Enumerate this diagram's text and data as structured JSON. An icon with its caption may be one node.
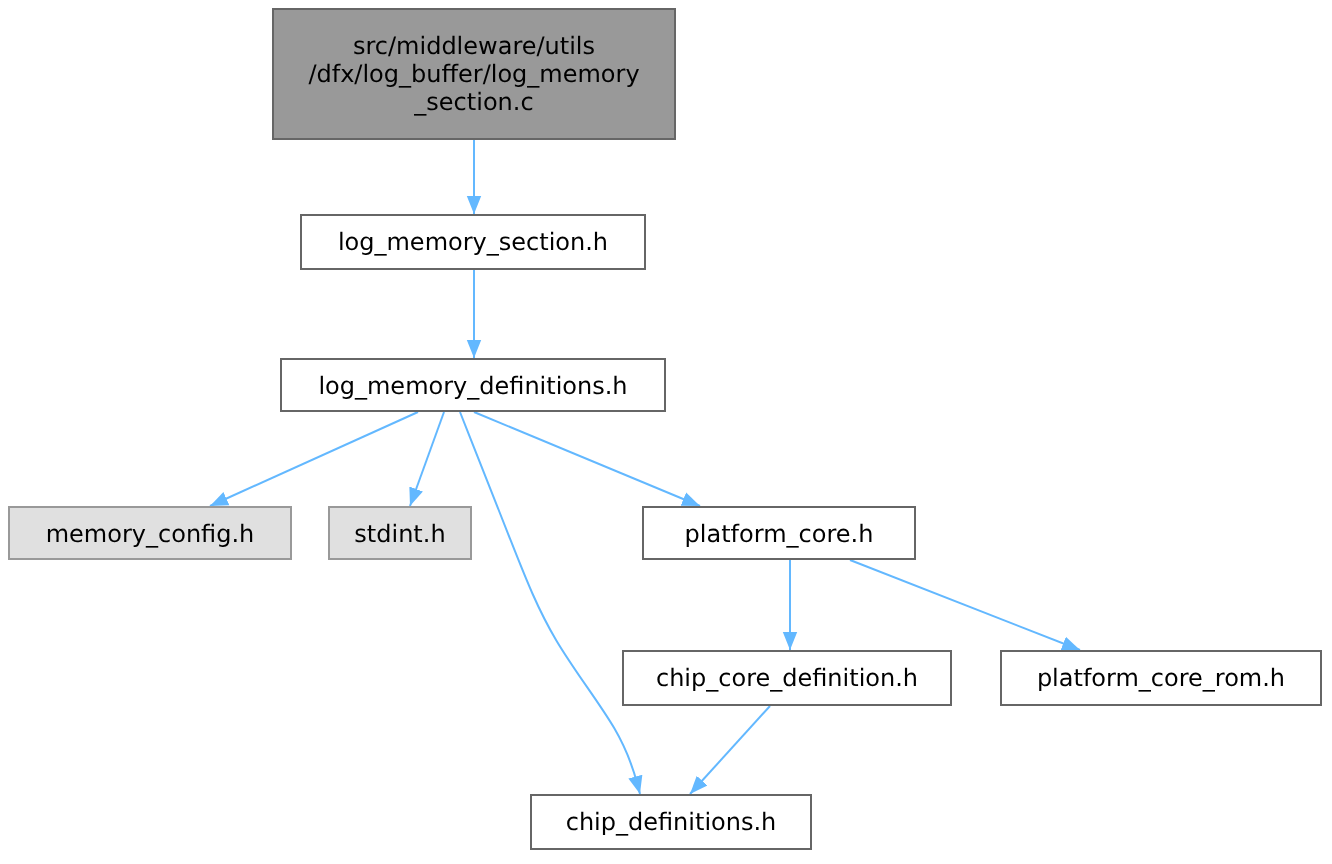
{
  "diagram": {
    "nodes": [
      {
        "text": [
          "src/middleware/utils /dfx/log_buffer/log_memory _section.c"
        ]
      },
      {
        "text": [
          "log_memory_section.h"
        ]
      },
      {
        "text": [
          "log_memory_definitions.h"
        ]
      },
      {
        "text": [
          "memory_config.h"
        ]
      },
      {
        "text": [
          "stdint.h"
        ]
      },
      {
        "text": [
          "platform_core.h"
        ]
      },
      {
        "text": [
          "chip_core_definition.h"
        ]
      },
      {
        "text": [
          "platform_core_rom.h"
        ]
      },
      {
        "text": [
          "chip_definitions.h"
        ]
      }
    ],
    "edges": [
      {
        "from": 0,
        "to": 1,
        "arrow": "to"
      },
      {
        "from": 1,
        "to": 2,
        "arrow": "to"
      },
      {
        "from": 2,
        "to": 3,
        "arrow": "to"
      },
      {
        "from": 2,
        "to": 4,
        "arrow": "to"
      },
      {
        "from": 2,
        "to": 8,
        "arrow": "to"
      },
      {
        "from": 2,
        "to": 5,
        "arrow": "to"
      },
      {
        "from": 5,
        "to": 6,
        "arrow": "to"
      },
      {
        "from": 5,
        "to": 7,
        "arrow": "to"
      },
      {
        "from": 6,
        "to": 8,
        "arrow": "to"
      }
    ]
  }
}
